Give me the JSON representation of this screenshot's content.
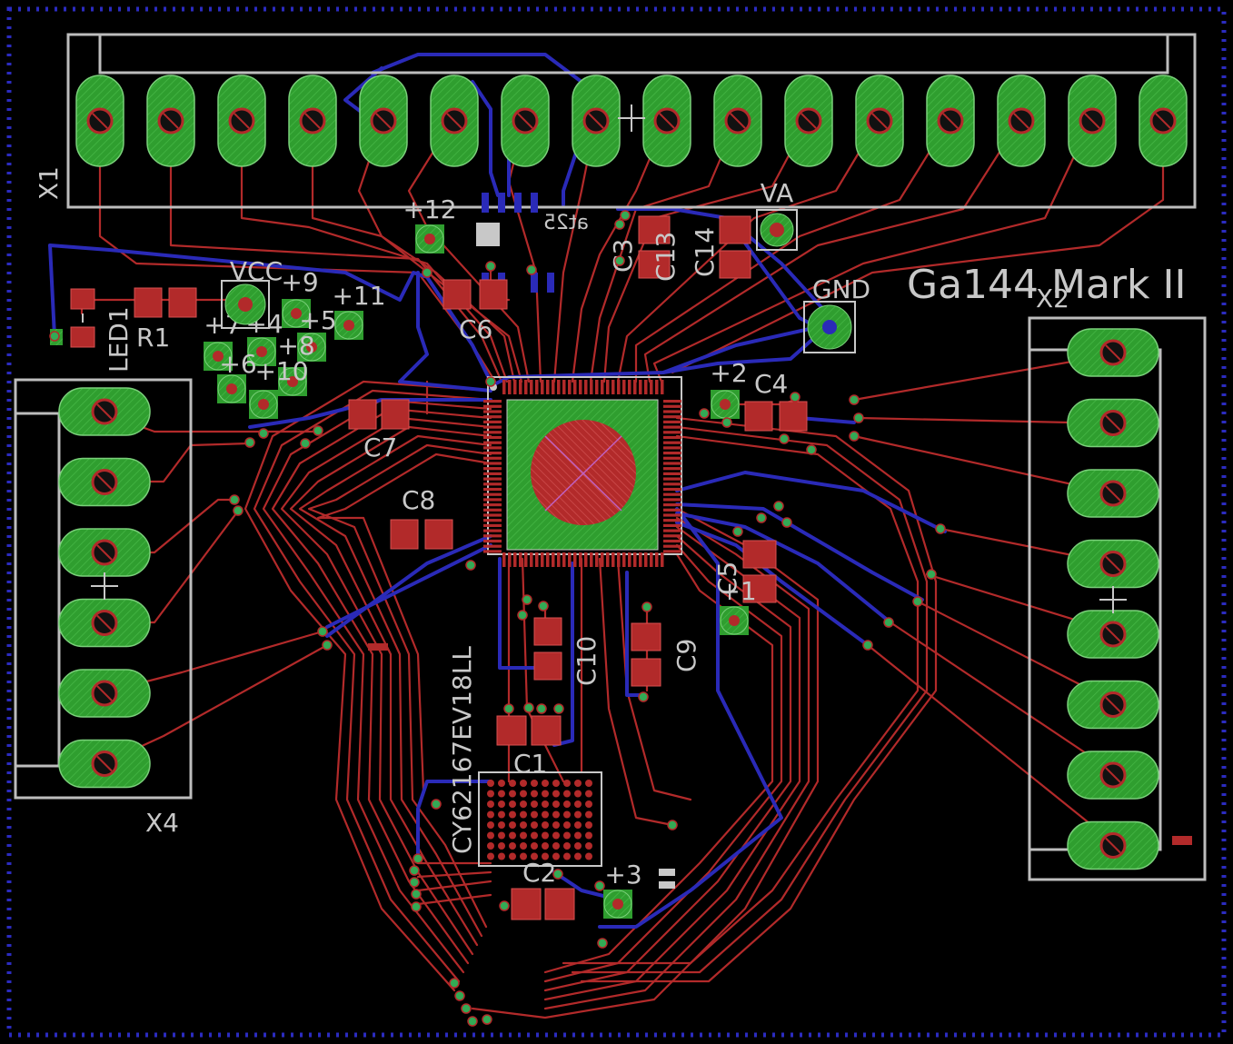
{
  "board": {
    "title": "Ga144 Mark II",
    "colors": {
      "background": "#000000",
      "copper_top": "#b22a2a",
      "copper_bottom": "#2a2ab8",
      "pad": "#2f9e2f",
      "silkscreen": "#c8c8c8",
      "via": "#33aa55",
      "frame": "#2020a0"
    }
  },
  "connectors": {
    "x1": {
      "name": "X1"
    },
    "x2": {
      "name": "X2"
    },
    "x4": {
      "name": "X4"
    }
  },
  "parts": {
    "led1": "LED1",
    "r1": "R1",
    "c1": "C1",
    "c2": "C2",
    "c3": "C3",
    "c4": "C4",
    "c5": "C5",
    "c6": "C6",
    "c7": "C7",
    "c8": "C8",
    "c9": "C9",
    "c10": "C10",
    "c13": "C13",
    "c14": "C14",
    "sram": "CY62167EV18LL",
    "flash": "at25"
  },
  "testpoints": {
    "vcc": "VCC",
    "va": "VA",
    "gnd": "GND",
    "tp12": "+12",
    "tp9": "+9",
    "tp11": "+11",
    "tp7": "+7",
    "tp4": "+4",
    "tp5": "+5",
    "tp6": "+6",
    "tp8": "+8",
    "tp10": "+10",
    "tp2": "+2",
    "tp1": "+1",
    "tp3": "+3"
  }
}
